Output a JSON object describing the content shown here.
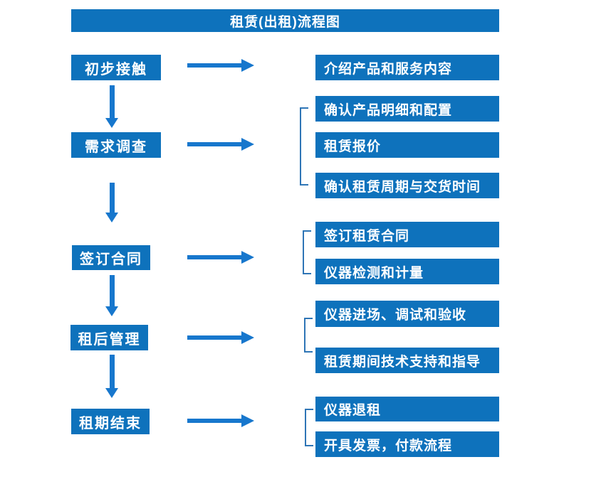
{
  "title": "租赁(出租)流程图",
  "colors": {
    "box_blue": "#0e72bc",
    "arrow_blue": "#1777cd",
    "bracket_blue": "#2e75b6",
    "text_white": "#ffffff"
  },
  "stages": [
    {
      "label": "初步接触",
      "details": [
        "介绍产品和服务内容"
      ]
    },
    {
      "label": "需求调查",
      "details": [
        "确认产品明细和配置",
        "租赁报价",
        "确认租赁周期与交货时间"
      ]
    },
    {
      "label": "签订合同",
      "details": [
        "签订租赁合同",
        "仪器检测和计量"
      ]
    },
    {
      "label": "租后管理",
      "details": [
        "仪器进场、调试和验收",
        "租赁期间技术支持和指导"
      ]
    },
    {
      "label": "租期结束",
      "details": [
        "仪器退租",
        "开具发票，付款流程"
      ]
    }
  ]
}
